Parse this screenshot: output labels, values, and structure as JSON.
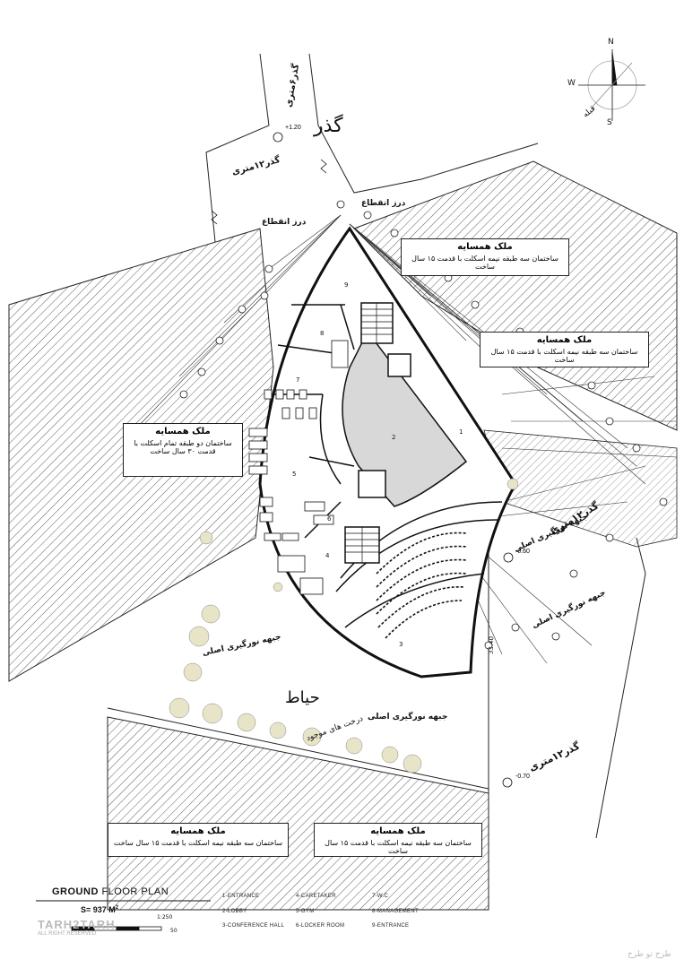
{
  "north": {
    "n": "N",
    "w": "W",
    "s": "S",
    "qibla": "قبله"
  },
  "streets": {
    "street_6m": "گذر۶متری",
    "street_12m_top": "گذر۱۲متری",
    "street_12m_right": "گذر۱۲متری",
    "street_12m_mid": "گذر۱۲متری",
    "passage": "گذر"
  },
  "levels": {
    "top": "+1.20",
    "right": "-0.60",
    "bottom": "-0.70"
  },
  "joints": {
    "a": "درز انقطاع",
    "b": "درز انقطاع"
  },
  "neighbors": [
    {
      "title": "ملک همسایه",
      "text": "ساختمان سه طبقه نیمه اسکلت با قدمت ۱۵ سال ساخت"
    },
    {
      "title": "ملک همسایه",
      "text": "ساختمان سه طبقه نیمه اسکلت با قدمت ۱۵ سال ساخت"
    },
    {
      "title": "ملک همسایه",
      "text": "ساختمان دو طبقه تمام اسکلت با قدمت ۳۰ سال ساخت"
    },
    {
      "title": "ملک همسایه",
      "text": "ساختمان سه طبقه نیمه اسکلت با قدمت ۱۵ سال ساخت"
    },
    {
      "title": "ملک همسایه",
      "text": "ساختمان سه طبقه نیمه اسکلت با قدمت ۱۵ سال ساخت"
    }
  ],
  "facade": {
    "a": "جبهه نورگیری اصلی",
    "b": "جبهه نورگیری اصلی",
    "c": "جبهه نورگیری اصلی",
    "d": "جبهه نورگیری اصلی"
  },
  "yard": {
    "title": "حیاط",
    "trees": "درخت های موجود"
  },
  "rooms": [
    "1",
    "2",
    "3",
    "4",
    "5",
    "6",
    "7",
    "8",
    "9"
  ],
  "dimension": "33.40",
  "title": {
    "bold": "GROUND",
    "rest": " FLOOR PLAN",
    "area": "S= 937 M",
    "sup": "2",
    "scale": "1:250",
    "scale_end": "50"
  },
  "legend": [
    "1-ENTRANCE",
    "2-LOBBY",
    "3-CONFERENCE HALL",
    "4-CARETAKER",
    "5-GYM",
    "6-LOCKER ROOM",
    "7-W.C",
    "8-MANAGEMENT",
    "9-ENTRANCE"
  ],
  "logo": {
    "name": "TARH2TARH",
    "sub": "ALL RIGHT RESERVED"
  },
  "watermark": "طرح تو طرح"
}
